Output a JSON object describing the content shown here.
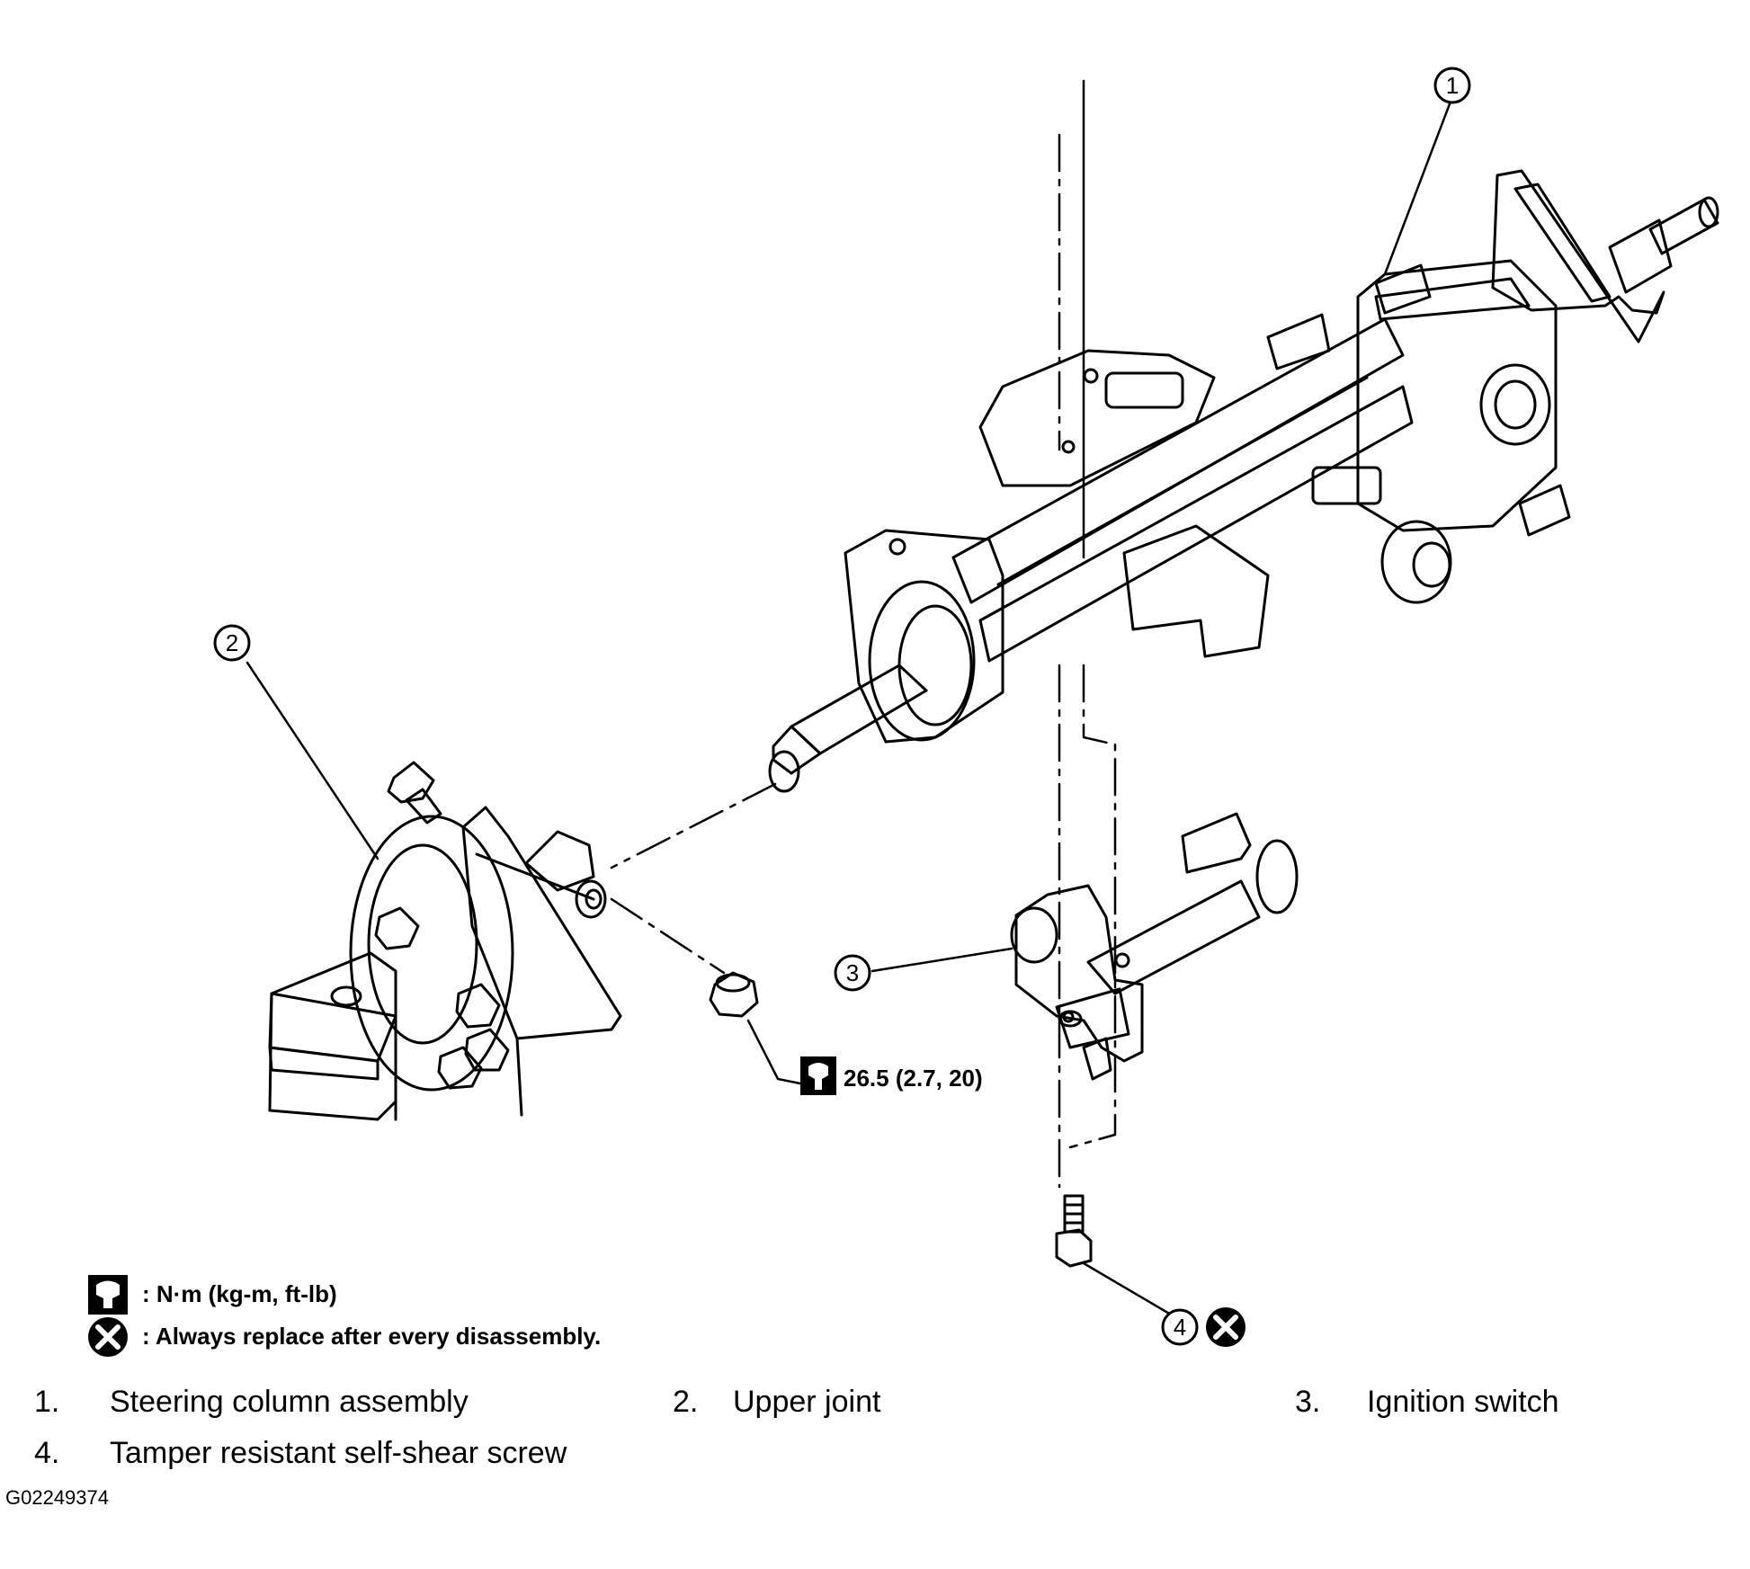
{
  "callouts": [
    {
      "num": "1"
    },
    {
      "num": "2"
    },
    {
      "num": "3"
    },
    {
      "num": "4"
    }
  ],
  "torque_spec": "26.5 (2.7, 20)",
  "legend": {
    "torque_icon": "torque-wrench-icon",
    "torque_text": ": N·m (kg-m, ft-lb)",
    "replace_icon": "x-circle-icon",
    "replace_text": ": Always replace after every disassembly."
  },
  "parts": [
    {
      "num": "1.",
      "label": "Steering column assembly"
    },
    {
      "num": "2.",
      "label": "Upper joint"
    },
    {
      "num": "3.",
      "label": "Ignition switch"
    },
    {
      "num": "4.",
      "label": "Tamper resistant self-shear screw"
    }
  ],
  "figure_id": "G02249374"
}
